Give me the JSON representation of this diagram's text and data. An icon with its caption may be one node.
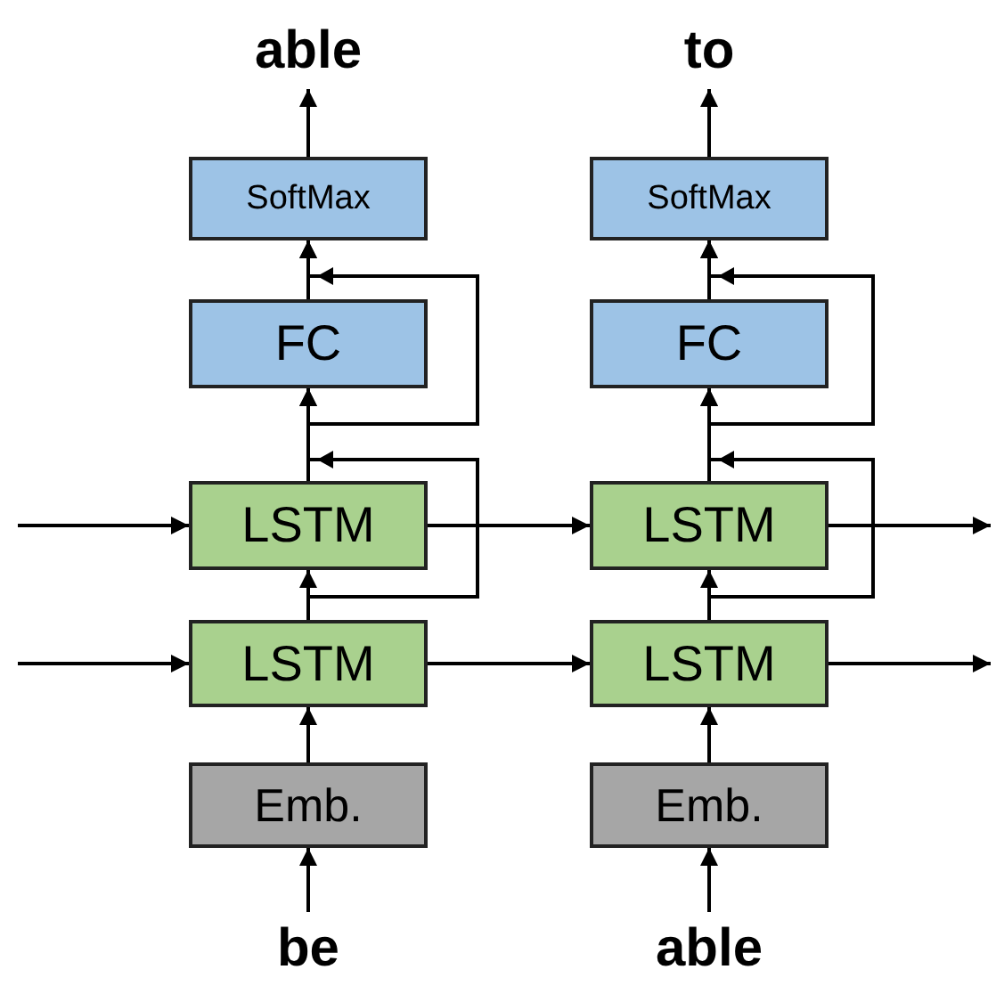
{
  "diagram": {
    "nodes": [
      {
        "text": [
          "able"
        ]
      },
      {
        "text": [
          "to"
        ]
      },
      {
        "text": [
          "SoftMax"
        ]
      },
      {
        "text": [
          "SoftMax"
        ]
      },
      {
        "text": [
          "FC"
        ]
      },
      {
        "text": [
          "FC"
        ]
      },
      {
        "text": [
          "LSTM"
        ]
      },
      {
        "text": [
          "LSTM"
        ]
      },
      {
        "text": [
          "LSTM"
        ]
      },
      {
        "text": [
          "LSTM"
        ]
      },
      {
        "text": [
          "Emb."
        ]
      },
      {
        "text": [
          "Emb."
        ]
      },
      {
        "text": [
          "be"
        ]
      },
      {
        "text": [
          "able"
        ]
      }
    ],
    "edges": [
      {
        "from": 2,
        "to": 0,
        "arrow": "to"
      },
      {
        "from": 3,
        "to": 1,
        "arrow": "to"
      },
      {
        "from": 4,
        "to": 2,
        "arrow": "to"
      },
      {
        "from": 5,
        "to": 3,
        "arrow": "to"
      },
      {
        "from": 6,
        "to": 4,
        "arrow": "to"
      },
      {
        "from": 7,
        "to": 5,
        "arrow": "to"
      },
      {
        "from": 8,
        "to": 6,
        "arrow": "to"
      },
      {
        "from": 9,
        "to": 7,
        "arrow": "to"
      },
      {
        "from": 10,
        "to": 8,
        "arrow": "to"
      },
      {
        "from": 11,
        "to": 9,
        "arrow": "to"
      },
      {
        "from": 12,
        "to": 10,
        "arrow": "to"
      },
      {
        "from": 13,
        "to": 11,
        "arrow": "to"
      },
      {
        "from": null,
        "to": 6,
        "arrow": "to"
      },
      {
        "from": null,
        "to": 8,
        "arrow": "to"
      },
      {
        "from": 6,
        "to": 7,
        "arrow": "to"
      },
      {
        "from": 8,
        "to": 9,
        "arrow": "to"
      },
      {
        "from": 7,
        "to": null,
        "arrow": "to"
      },
      {
        "from": 9,
        "to": null,
        "arrow": "to"
      },
      {
        "from": 8,
        "to": 4,
        "arrow": "to"
      },
      {
        "from": 9,
        "to": 5,
        "arrow": "to"
      },
      {
        "from": 6,
        "to": 2,
        "arrow": "to"
      },
      {
        "from": 7,
        "to": 3,
        "arrow": "to"
      }
    ]
  }
}
